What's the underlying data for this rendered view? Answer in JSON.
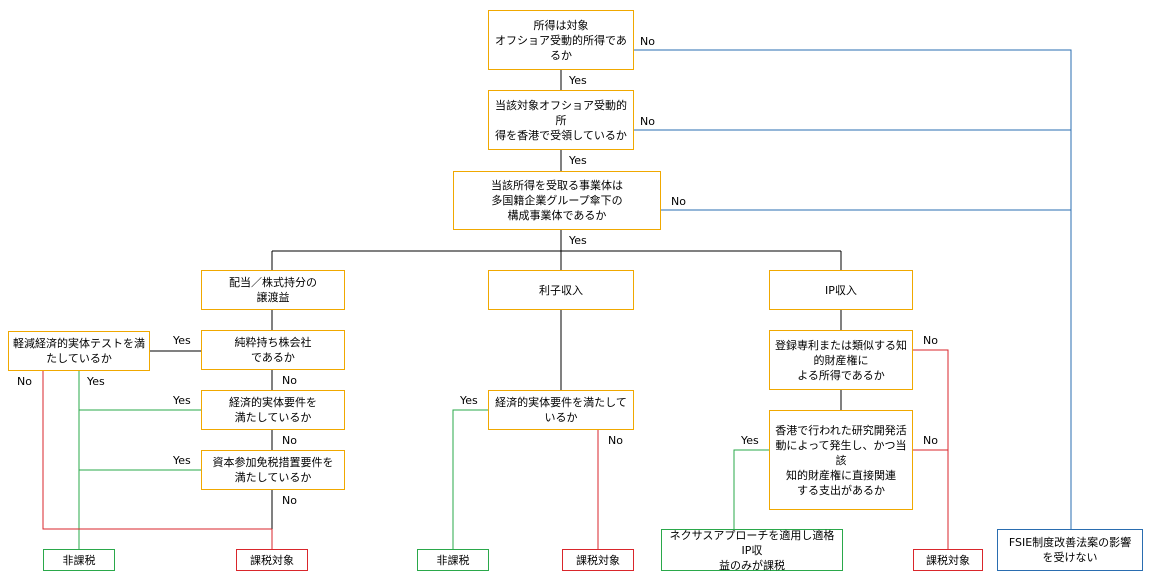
{
  "q1": "所得は対象\nオフショア受動的所得であるか",
  "q2": "当該対象オフショア受動的所\n得を香港で受領しているか",
  "q3": "当該所得を受取る事業体は\n多国籍企業グループ傘下の\n構成事業体であるか",
  "cat_dividend": "配当／株式持分の\n譲渡益",
  "cat_interest": "利子収入",
  "cat_ip": "IP収入",
  "light_test": "軽減経済的実体テストを満\nたしているか",
  "pure_holding": "純粋持ち株会社\nであるか",
  "econ_sub_div": "経済的実体要件を\n満たしているか",
  "participation": "資本参加免税措置要件を\n満たしているか",
  "econ_sub_int": "経済的実体要件を満たして\nいるか",
  "ip_patent": "登録専利または類似する知\n的財産権に\nよる所得であるか",
  "ip_rnd": "香港で行われた研究開発活\n動によって発生し、かつ当該\n知的財産権に直接関連\nする支出があるか",
  "nexus": "ネクサスアプローチを適用し適格IP収\n益のみが課税",
  "out_nontax_1": "非課税",
  "out_taxable_1": "課税対象",
  "out_nontax_2": "非課税",
  "out_taxable_2": "課税対象",
  "out_taxable_3": "課税対象",
  "out_unaffected": "FSIE制度改善法案の影響\nを受けない",
  "labels": {
    "yes": "Yes",
    "no": "No"
  }
}
